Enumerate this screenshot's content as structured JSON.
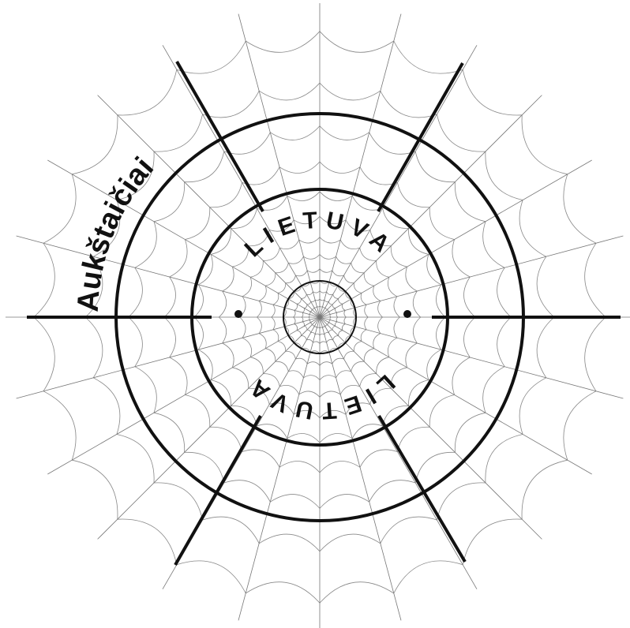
{
  "diagram": {
    "region_label": "Aukštaičiai",
    "upper_word": "LIETUVA",
    "lower_word": "LIETUVA",
    "colors": {
      "background": "#ffffff",
      "ink": "#111111",
      "web_thread": "#888888"
    }
  }
}
